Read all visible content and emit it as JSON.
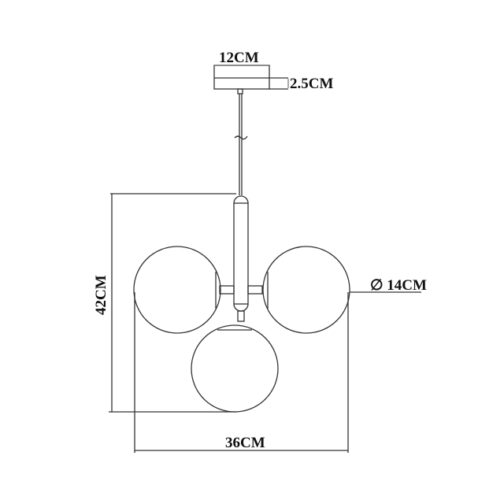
{
  "diagram": {
    "type": "technical-dimension-drawing",
    "subject": "3-globe pendant lamp",
    "labels": {
      "canopy_width": "12CM",
      "canopy_height": "2.5CM",
      "overall_height": "42CM",
      "globe_diameter": "∅ 14CM",
      "overall_width": "36CM"
    }
  }
}
